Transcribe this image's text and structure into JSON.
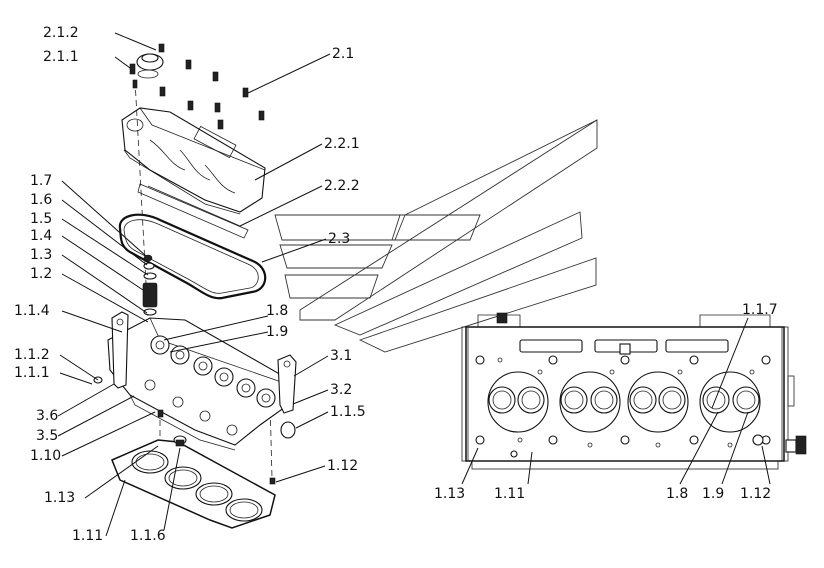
{
  "callouts": [
    {
      "key": "c-2-1-2",
      "text": "2.1.2"
    },
    {
      "key": "c-2-1-1",
      "text": "2.1.1"
    },
    {
      "key": "c-2-1",
      "text": "2.1"
    },
    {
      "key": "c-2-2-1",
      "text": "2.2.1"
    },
    {
      "key": "c-2-2-2",
      "text": "2.2.2"
    },
    {
      "key": "c-2-3",
      "text": "2.3"
    },
    {
      "key": "c-1-7",
      "text": "1.7"
    },
    {
      "key": "c-1-6",
      "text": "1.6"
    },
    {
      "key": "c-1-5",
      "text": "1.5"
    },
    {
      "key": "c-1-4",
      "text": "1.4"
    },
    {
      "key": "c-1-3",
      "text": "1.3"
    },
    {
      "key": "c-1-2",
      "text": "1.2"
    },
    {
      "key": "c-1-1-4",
      "text": "1.1.4"
    },
    {
      "key": "c-1-8-a",
      "text": "1.8"
    },
    {
      "key": "c-1-9-a",
      "text": "1.9"
    },
    {
      "key": "c-3-1",
      "text": "3.1"
    },
    {
      "key": "c-1-1-2",
      "text": "1.1.2"
    },
    {
      "key": "c-1-1-1",
      "text": "1.1.1"
    },
    {
      "key": "c-3-2",
      "text": "3.2"
    },
    {
      "key": "c-1-1-5",
      "text": "1.1.5"
    },
    {
      "key": "c-3-6",
      "text": "3.6"
    },
    {
      "key": "c-3-5",
      "text": "3.5"
    },
    {
      "key": "c-1-10",
      "text": "1.10"
    },
    {
      "key": "c-1-12-a",
      "text": "1.12"
    },
    {
      "key": "c-1-13-a",
      "text": "1.13"
    },
    {
      "key": "c-1-11-a",
      "text": "1.11"
    },
    {
      "key": "c-1-1-6",
      "text": "1.1.6"
    },
    {
      "key": "c-1-1-7",
      "text": "1.1.7"
    },
    {
      "key": "c-1-13-b",
      "text": "1.13"
    },
    {
      "key": "c-1-11-b",
      "text": "1.11"
    },
    {
      "key": "c-1-8-b",
      "text": "1.8"
    },
    {
      "key": "c-1-9-b",
      "text": "1.9"
    },
    {
      "key": "c-1-12-b",
      "text": "1.12"
    }
  ]
}
